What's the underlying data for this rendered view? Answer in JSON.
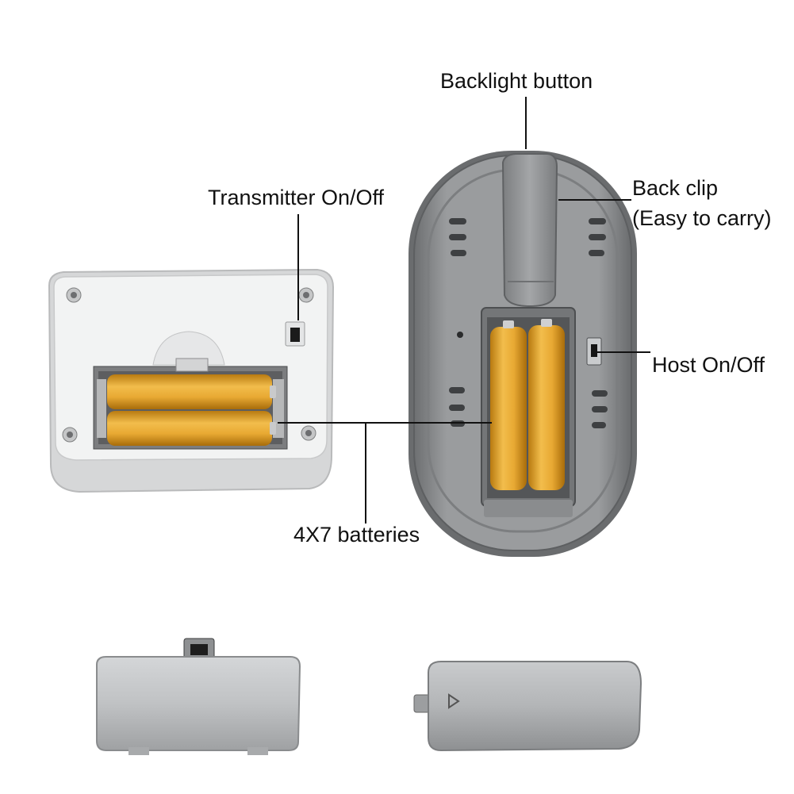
{
  "labels": {
    "backlight_button": "Backlight button",
    "transmitter_on_off": "Transmitter On/Off",
    "back_clip": "Back clip",
    "back_clip_note": "(Easy to carry)",
    "host_on_off": "Host On/Off",
    "batteries": "4X7 batteries"
  },
  "colors": {
    "battery": "#e6a82c",
    "host_body": "#8f9193",
    "transmitter_body": "#f1f2f2",
    "cover": "#c3c5c7"
  }
}
